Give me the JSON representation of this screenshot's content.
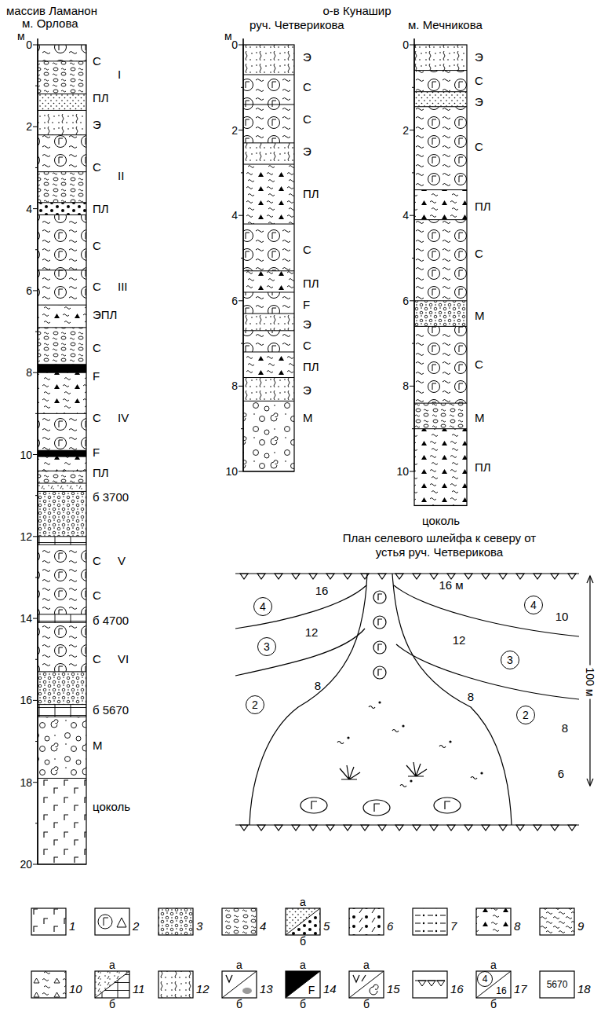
{
  "diagram": {
    "nodes": [
      {
        "text": [
          "4"
        ]
      },
      {
        "text": [
          "3"
        ]
      },
      {
        "text": [
          "2"
        ]
      },
      {
        "text": [
          "4"
        ]
      },
      {
        "text": [
          "3"
        ]
      },
      {
        "text": [
          "2"
        ]
      },
      {
        "text": [
          "4"
        ]
      }
    ],
    "labels": [
      "массив Ламанон",
      "м. Орлова",
      "о-в Кунашир",
      "руч. Четверикова",
      "м. Мечникова",
      "м",
      "0",
      "2",
      "4",
      "6",
      "8",
      "10",
      "12",
      "14",
      "16",
      "18",
      "20",
      "С",
      "I",
      "ПЛ",
      "Э",
      "С",
      "II",
      "ПЛ",
      "С",
      "С",
      "III",
      "ЭПЛ",
      "С",
      "F",
      "С",
      "IV",
      "F",
      "ПЛ",
      "б 3700",
      "С",
      "V",
      "С",
      "б 4700",
      "С",
      "VI",
      "б 5670",
      "М",
      "цоколь",
      "м",
      "0",
      "2",
      "4",
      "6",
      "8",
      "10",
      "Э",
      "С",
      "С",
      "Э",
      "ПЛ",
      "С",
      "ПЛ",
      "F",
      "Э",
      "С",
      "ПЛ",
      "Э",
      "М",
      "0",
      "2",
      "4",
      "6",
      "8",
      "10",
      "Э",
      "С",
      "Э",
      "С",
      "ПЛ",
      "С",
      "М",
      "С",
      "М",
      "ПЛ",
      "цоколь",
      "План селевого шлейфа к северу от устья руч. Четверикова",
      "16",
      "12",
      "8",
      "16 м",
      "10",
      "12",
      "8",
      "8",
      "6",
      "100 м",
      "а",
      "б",
      "а",
      "б",
      "а",
      "б",
      "а",
      "б",
      "а",
      "б",
      "а",
      "б",
      "F",
      "16",
      "5670"
    ],
    "legend": [
      {
        "text": "1"
      },
      {
        "text": "2"
      },
      {
        "text": "3"
      },
      {
        "text": "4"
      },
      {
        "text": "5"
      },
      {
        "text": "6"
      },
      {
        "text": "7"
      },
      {
        "text": "8"
      },
      {
        "text": "9"
      },
      {
        "text": "10"
      },
      {
        "text": "11"
      },
      {
        "text": "12"
      },
      {
        "text": "13"
      },
      {
        "text": "14"
      },
      {
        "text": "15"
      },
      {
        "text": "16"
      },
      {
        "text": "17"
      },
      {
        "text": "18"
      }
    ]
  }
}
